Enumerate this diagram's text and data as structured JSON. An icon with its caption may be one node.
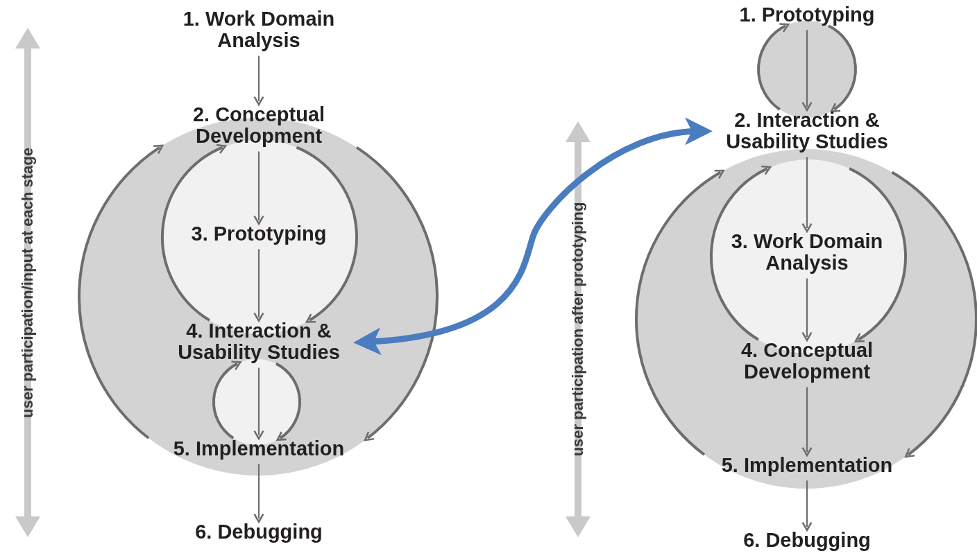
{
  "diagram": {
    "nodes": [
      {
        "text": [
          "1. Work Domain Analysis"
        ]
      },
      {
        "text": [
          "2. Conceptual Development"
        ]
      },
      {
        "text": [
          "3. Prototyping"
        ]
      },
      {
        "text": [
          "4. Interaction & Usability Studies"
        ]
      },
      {
        "text": [
          "5. Implementation"
        ]
      },
      {
        "text": [
          "6. Debugging"
        ]
      },
      {
        "text": [
          "1. Prototyping"
        ]
      },
      {
        "text": [
          "2. Interaction & Usability Studies"
        ]
      },
      {
        "text": [
          "3. Work Domain Analysis"
        ]
      },
      {
        "text": [
          "4. Conceptual Development"
        ]
      },
      {
        "text": [
          "5. Implementation"
        ]
      },
      {
        "text": [
          "6. Debugging"
        ]
      }
    ],
    "edges": [
      {
        "from": 0,
        "to": 1,
        "arrow": "to"
      },
      {
        "from": 1,
        "to": 2,
        "arrow": "to"
      },
      {
        "from": 2,
        "to": 3,
        "arrow": "to"
      },
      {
        "from": 3,
        "to": 4,
        "arrow": "to"
      },
      {
        "from": 4,
        "to": 5,
        "arrow": "to"
      },
      {
        "from": 4,
        "to": 1,
        "arrow": "to"
      },
      {
        "from": 1,
        "to": 4,
        "arrow": "to"
      },
      {
        "from": 3,
        "to": 1,
        "arrow": "to"
      },
      {
        "from": 1,
        "to": 3,
        "arrow": "to"
      },
      {
        "from": 4,
        "to": 3,
        "arrow": "to"
      },
      {
        "from": 3,
        "to": 4,
        "arrow": "to"
      },
      {
        "from": 6,
        "to": 7,
        "arrow": "to"
      },
      {
        "from": 7,
        "to": 8,
        "arrow": "to"
      },
      {
        "from": 8,
        "to": 9,
        "arrow": "to"
      },
      {
        "from": 9,
        "to": 10,
        "arrow": "to"
      },
      {
        "from": 10,
        "to": 11,
        "arrow": "to"
      },
      {
        "from": 7,
        "to": 6,
        "arrow": "to"
      },
      {
        "from": 6,
        "to": 7,
        "arrow": "to"
      },
      {
        "from": 10,
        "to": 7,
        "arrow": "to"
      },
      {
        "from": 7,
        "to": 10,
        "arrow": "to"
      },
      {
        "from": 9,
        "to": 7,
        "arrow": "to"
      },
      {
        "from": 7,
        "to": 9,
        "arrow": "to"
      },
      {
        "from": 3,
        "to": 7,
        "arrow": "both",
        "style": "thick",
        "color": "#4a7cc0"
      }
    ],
    "labels": [
      "user participation/input at each stage",
      "user participation after prototyping"
    ]
  }
}
